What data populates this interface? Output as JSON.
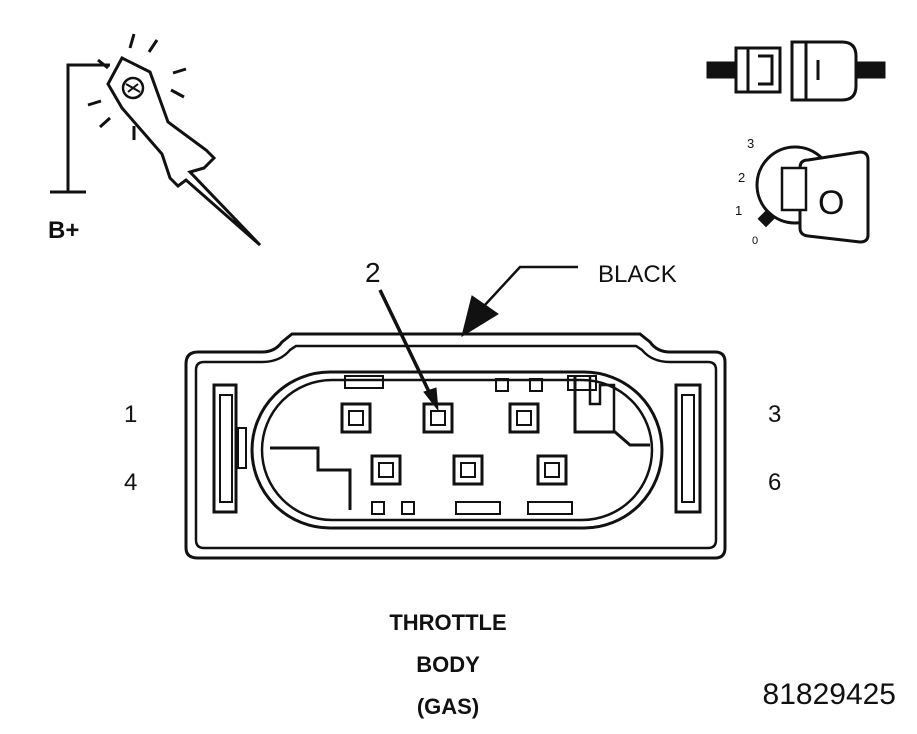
{
  "probe": {
    "supply_label": "B+"
  },
  "ignition": {
    "positions": [
      "3",
      "2",
      "1",
      "0"
    ],
    "key_label": "O"
  },
  "callouts": {
    "pin_number": "2",
    "wire_color": "BLACK"
  },
  "connector": {
    "pin_labels": {
      "top_left": "1",
      "top_right": "3",
      "bottom_left": "4",
      "bottom_right": "6"
    }
  },
  "caption": {
    "line1": "THROTTLE",
    "line2": "BODY",
    "line3": "(GAS)"
  },
  "figure_id": "81829425"
}
